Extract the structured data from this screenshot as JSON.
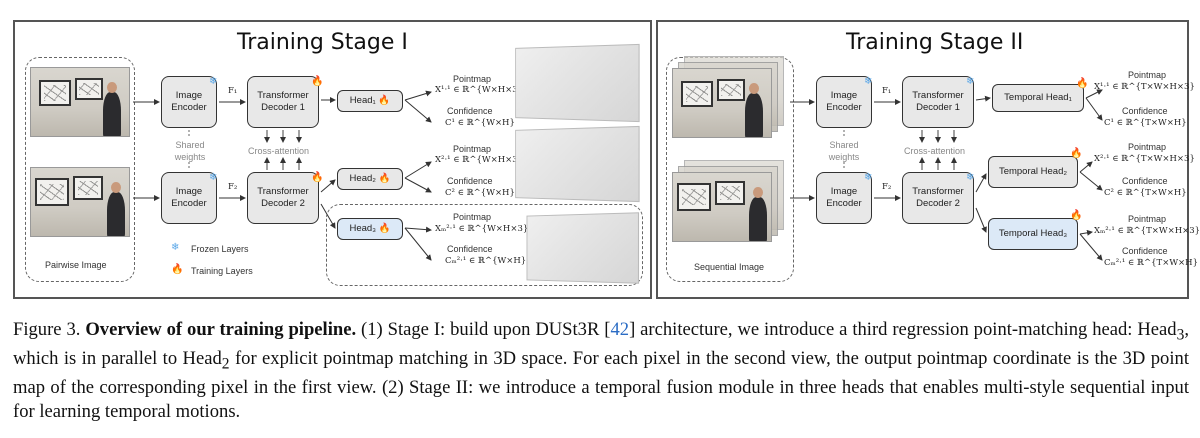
{
  "figure": {
    "stage1": {
      "title": "Training Stage I",
      "input_label": "Pairwise Image",
      "encoder1": "Image Encoder",
      "encoder2": "Image Encoder",
      "shared_weights": "Shared weights",
      "cross_attention": "Cross-attention",
      "decoder1": "Transformer Decoder 1",
      "decoder2": "Transformer Decoder 2",
      "f1": "F₁",
      "f2": "F₂",
      "head1": "Head₁",
      "head2": "Head₂",
      "head3": "Head₃",
      "legend": {
        "frozen": "Frozen Layers",
        "training": "Training Layers"
      },
      "outputs": [
        {
          "pointmap_label": "Pointmap",
          "pointmap_math": "X¹·¹ ∈ ℝ^{W×H×3}",
          "conf_label": "Confidence",
          "conf_math": "C¹ ∈ ℝ^{W×H}"
        },
        {
          "pointmap_label": "Pointmap",
          "pointmap_math": "X²·¹ ∈ ℝ^{W×H×3}",
          "conf_label": "Confidence",
          "conf_math": "C² ∈ ℝ^{W×H}"
        },
        {
          "pointmap_label": "Pointmap",
          "pointmap_math": "Xₘ²·¹ ∈ ℝ^{W×H×3}",
          "conf_label": "Confidence",
          "conf_math": "Cₘ²·¹ ∈ ℝ^{W×H}"
        }
      ]
    },
    "stage2": {
      "title": "Training Stage II",
      "input_label": "Sequential Image",
      "encoder1": "Image Encoder",
      "encoder2": "Image Encoder",
      "shared_weights": "Shared weights",
      "cross_attention": "Cross-attention",
      "decoder1": "Transformer Decoder 1",
      "decoder2": "Transformer Decoder 2",
      "f1": "F₁",
      "f2": "F₂",
      "head1": "Temporal Head₁",
      "head2": "Temporal Head₂",
      "head3": "Temporal Head₃",
      "outputs": [
        {
          "pointmap_label": "Pointmap",
          "pointmap_math": "X¹·¹ ∈ ℝ^{T×W×H×3}",
          "conf_label": "Confidence",
          "conf_math": "C¹ ∈ ℝ^{T×W×H}"
        },
        {
          "pointmap_label": "Pointmap",
          "pointmap_math": "X²·¹ ∈ ℝ^{T×W×H×3}",
          "conf_label": "Confidence",
          "conf_math": "C² ∈ ℝ^{T×W×H}"
        },
        {
          "pointmap_label": "Pointmap",
          "pointmap_math": "Xₘ²·¹ ∈ ℝ^{T×W×H×3}",
          "conf_label": "Confidence",
          "conf_math": "Cₘ²·¹ ∈ ℝ^{T×W×H}"
        }
      ]
    },
    "icons": {
      "frozen": "snowflake-icon",
      "training": "flame-icon"
    },
    "colors": {
      "frozen": "#5aa7e8",
      "training": "#f07a1a",
      "head_highlight": "#dce9f7",
      "box_fill": "#e8e8e8",
      "citation": "#2b6cc4"
    }
  },
  "caption": {
    "prefix": "Figure 3.",
    "bold": "Overview of our training pipeline.",
    "part1": " (1) Stage I: build upon DUSt3R [",
    "cite": "42",
    "part2": "] architecture, we introduce a third regression point-matching head: Head",
    "sub3a": "3",
    "part3": ", which is in parallel to Head",
    "sub2": "2",
    "part4": " for explicit pointmap matching in 3D space. For each pixel in the second view, the output pointmap coordinate is the 3D point map of the corresponding pixel in the first view. (2) Stage II: we introduce a temporal fusion module in three heads that enables multi-style sequential input for learning temporal motions."
  }
}
